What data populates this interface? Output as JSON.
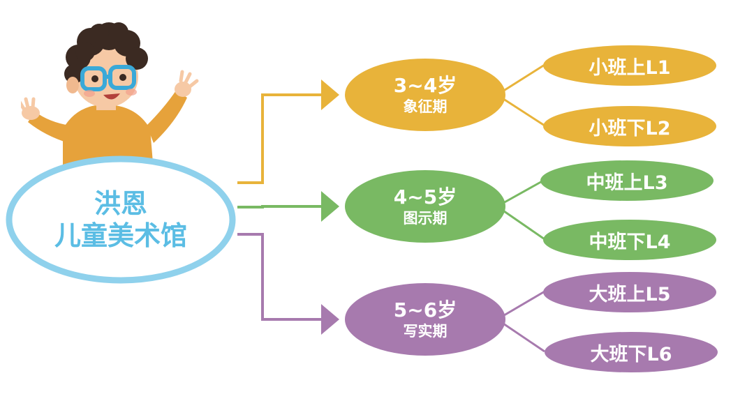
{
  "root": {
    "line1": "洪恩",
    "line2": "儿童美术馆"
  },
  "colors": {
    "root_fill": "#ffffff",
    "root_border": "#8fd1ec",
    "root_text": "#5bbde4",
    "yellow": "#e8b33a",
    "green": "#79b963",
    "purple": "#a77aae",
    "mascot_shirt": "#e6a23b",
    "mascot_hair": "#3b2a22",
    "mascot_glasses": "#3aa9d8",
    "mascot_skin": "#f6c9a5"
  },
  "mascot": {
    "icon": "cartoon-boy-with-glasses"
  },
  "groups": [
    {
      "age": "3~4岁",
      "stage": "象征期",
      "color": "yellow",
      "levels": [
        "小班上L1",
        "小班下L2"
      ]
    },
    {
      "age": "4~5岁",
      "stage": "图示期",
      "color": "green",
      "levels": [
        "中班上L3",
        "中班下L4"
      ]
    },
    {
      "age": "5~6岁",
      "stage": "写实期",
      "color": "purple",
      "levels": [
        "大班上L5",
        "大班下L6"
      ]
    }
  ]
}
